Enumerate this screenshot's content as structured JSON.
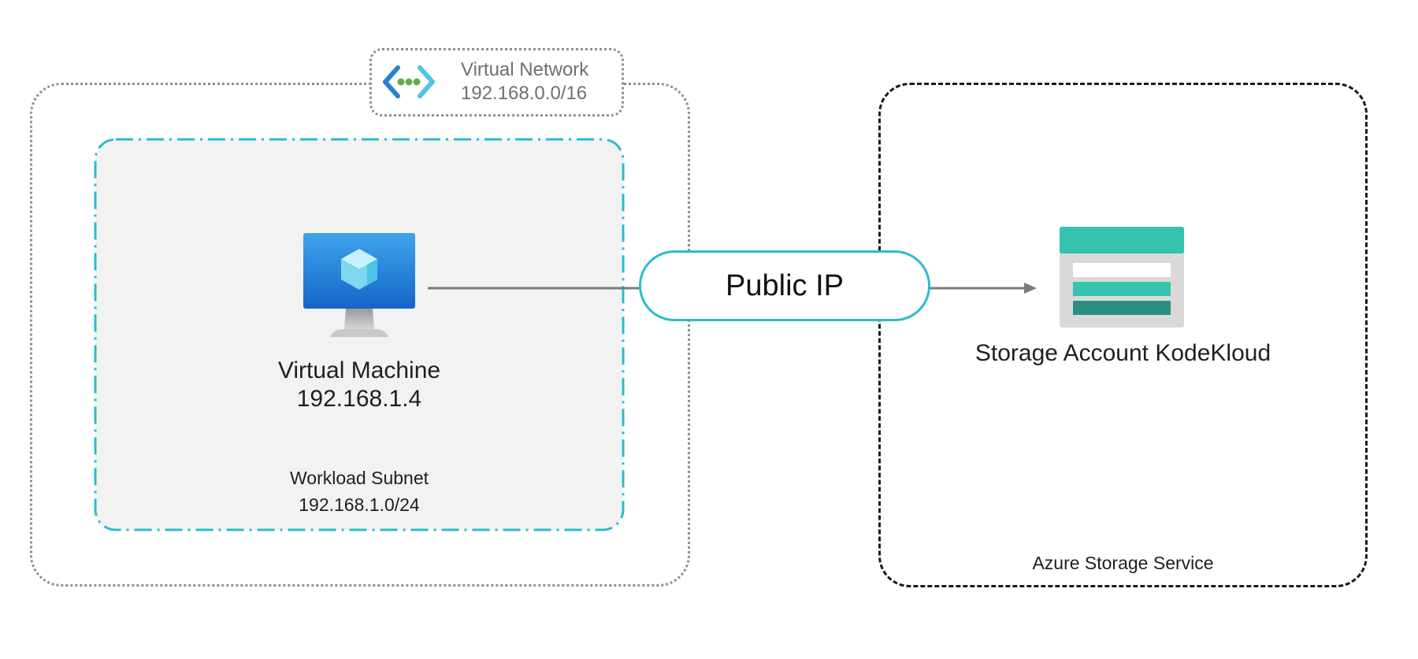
{
  "virtual_network": {
    "title": "Virtual Network",
    "cidr": "192.168.0.0/16",
    "icon": "virtual-network-icon",
    "border_color": "#8f8f8f"
  },
  "subnet": {
    "name": "Workload Subnet",
    "cidr": "192.168.1.0/24",
    "border_color": "#2bbccc",
    "fill_color": "#f2f2f2"
  },
  "virtual_machine": {
    "name": "Virtual Machine",
    "ip": "192.168.1.4",
    "icon": "virtual-machine-icon"
  },
  "public_ip": {
    "label": "Public IP",
    "border_color": "#2bbccc"
  },
  "storage": {
    "account_name": "Storage Account KodeKloud",
    "service_name": "Azure Storage Service",
    "icon": "storage-account-icon",
    "border_color": "#1a1a1a"
  },
  "connector_color": "#7a7a7a"
}
